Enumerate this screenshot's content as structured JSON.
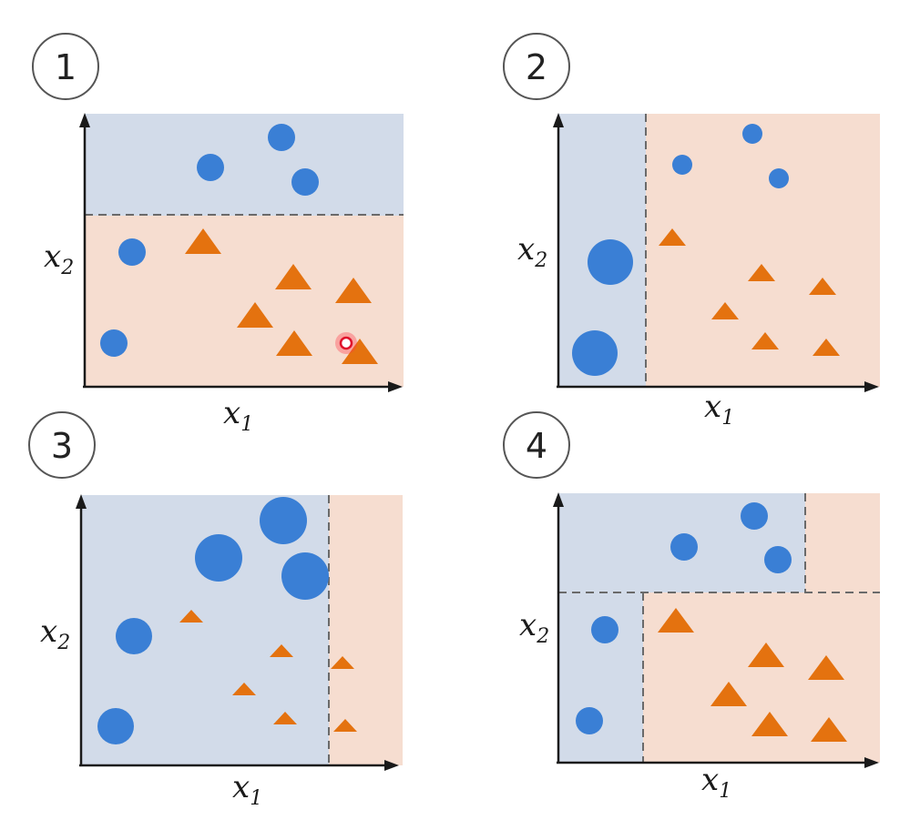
{
  "colors": {
    "blue_region": "#d2dbe9",
    "orange_region": "#f6ddd0",
    "circle": "#3a7fd5",
    "triangle": "#e4720f",
    "axis": "#1a1a1a",
    "boundary": "#6a6a6a"
  },
  "panels": [
    {
      "number": "1",
      "x_label": "x",
      "x_sub": "1",
      "y_label": "x",
      "y_sub": "2"
    },
    {
      "number": "2",
      "x_label": "x",
      "x_sub": "1",
      "y_label": "x",
      "y_sub": "2"
    },
    {
      "number": "3",
      "x_label": "x",
      "x_sub": "1",
      "y_label": "x",
      "y_sub": "2"
    },
    {
      "number": "4",
      "x_label": "x",
      "x_sub": "1",
      "y_label": "x",
      "y_sub": "2"
    }
  ]
}
